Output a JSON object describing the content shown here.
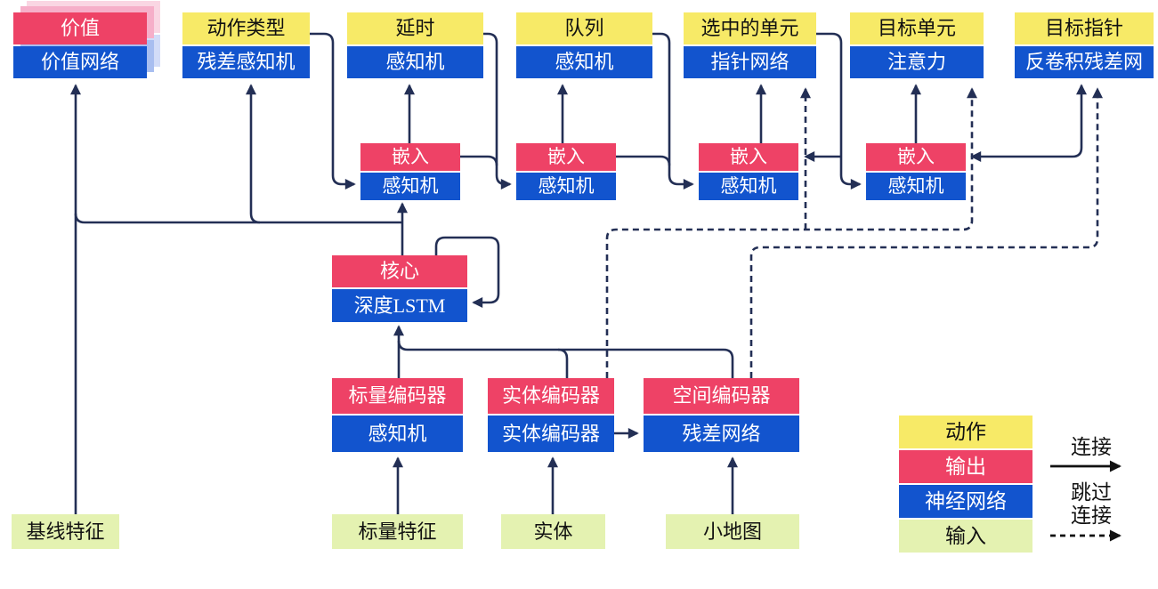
{
  "nodes": {
    "value": {
      "top": "价值",
      "bottom": "价值网络"
    },
    "action_type": {
      "top": "动作类型",
      "bottom": "残差感知机"
    },
    "delay": {
      "top": "延时",
      "bottom": "感知机"
    },
    "queue": {
      "top": "队列",
      "bottom": "感知机"
    },
    "selected_units": {
      "top": "选中的单元",
      "bottom": "指针网络"
    },
    "target_unit": {
      "top": "目标单元",
      "bottom": "注意力"
    },
    "target_pointer": {
      "top": "目标指针",
      "bottom": "反卷积残差网"
    },
    "embed1": {
      "top": "嵌入",
      "bottom": "感知机"
    },
    "embed2": {
      "top": "嵌入",
      "bottom": "感知机"
    },
    "embed3": {
      "top": "嵌入",
      "bottom": "感知机"
    },
    "embed4": {
      "top": "嵌入",
      "bottom": "感知机"
    },
    "core": {
      "top": "核心",
      "bottom": "深度LSTM"
    },
    "scalar_encoder": {
      "top": "标量编码器",
      "bottom": "感知机"
    },
    "entity_encoder": {
      "top": "实体编码器",
      "bottom": "实体编码器"
    },
    "spatial_encoder": {
      "top": "空间编码器",
      "bottom": "残差网络"
    },
    "baseline_features": {
      "label": "基线特征"
    },
    "scalar_features": {
      "label": "标量特征"
    },
    "entities": {
      "label": "实体"
    },
    "minimap": {
      "label": "小地图"
    }
  },
  "legend": {
    "action": "动作",
    "output": "输出",
    "neural_network": "神经网络",
    "input": "输入",
    "connection": "连接",
    "skip_line1": "跳过",
    "skip_line2": "连接"
  },
  "palette": {
    "action_yellow": "#F7EA67",
    "output_red": "#EE4266",
    "network_blue": "#1254CE",
    "input_green": "#E4F2B1",
    "wire_navy": "#232F55",
    "legend_arrow_black": "#111111",
    "stack_pink": "#F6AFC9",
    "stack_periwinkle": "#A8BEF0"
  }
}
